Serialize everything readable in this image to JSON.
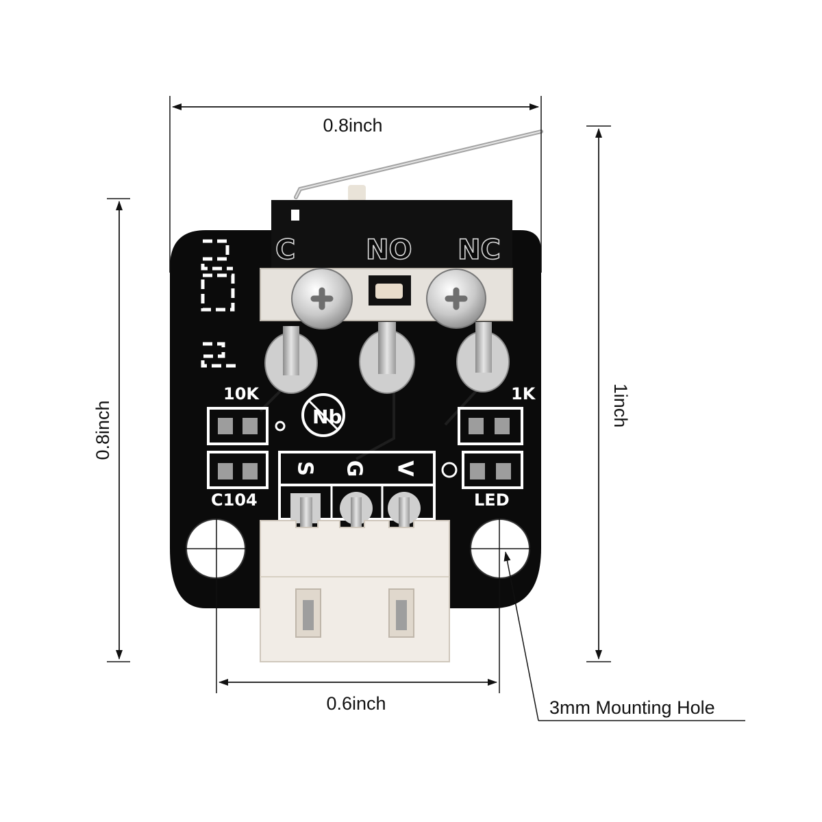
{
  "dimensions": {
    "top_width": "0.8inch",
    "left_height": "0.8inch",
    "right_height": "1inch",
    "bottom_width": "0.6inch",
    "hole_callout": "3mm Mounting Hole"
  },
  "switch": {
    "pin_c": "C",
    "pin_no": "NO",
    "pin_nc": "NC"
  },
  "pcb": {
    "resistor_left": "10K",
    "resistor_right": "1K",
    "capacitor": "C104",
    "led": "LED",
    "header_s": "S",
    "header_g": "G",
    "header_v": "V"
  },
  "colors": {
    "pcb": "#0b0b0b",
    "switch_body": "#111111",
    "connector": "#f1ece6",
    "silkscreen": "#ffffff"
  }
}
